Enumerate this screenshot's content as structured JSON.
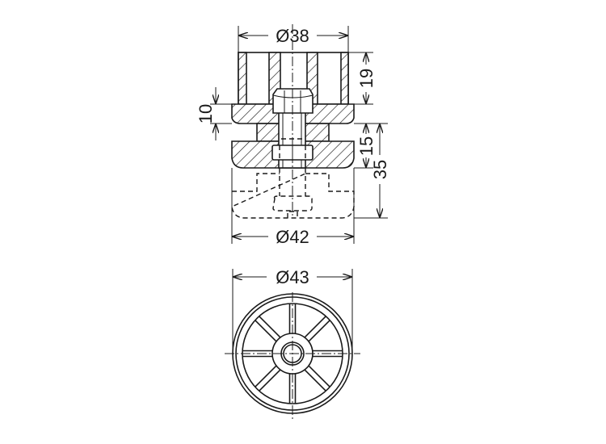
{
  "title": "Adjustable leveling foot – technical drawing",
  "side_view": {
    "dimensions": {
      "top_diameter": "Ø38",
      "cup_height": "19",
      "flange_thickness": "10",
      "base_height": "15",
      "total_height": "35",
      "base_diameter": "Ø42"
    }
  },
  "bottom_view": {
    "dimensions": {
      "outer_diameter": "Ø43"
    },
    "spoke_count": 8
  },
  "colors": {
    "line": "#1a1a1a",
    "background": "#ffffff"
  }
}
